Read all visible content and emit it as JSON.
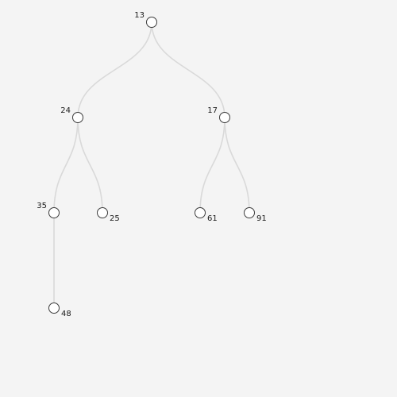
{
  "tree": {
    "nodes": [
      {
        "id": "n13",
        "label": "13",
        "label_side": "left"
      },
      {
        "id": "n24",
        "label": "24",
        "label_side": "left"
      },
      {
        "id": "n17",
        "label": "17",
        "label_side": "left"
      },
      {
        "id": "n35",
        "label": "35",
        "label_side": "left"
      },
      {
        "id": "n25",
        "label": "25",
        "label_side": "right"
      },
      {
        "id": "n61",
        "label": "61",
        "label_side": "right"
      },
      {
        "id": "n91",
        "label": "91",
        "label_side": "right"
      },
      {
        "id": "n48",
        "label": "48",
        "label_side": "right"
      }
    ],
    "edges": [
      {
        "from": "n13",
        "to": "n24"
      },
      {
        "from": "n13",
        "to": "n17"
      },
      {
        "from": "n24",
        "to": "n35"
      },
      {
        "from": "n24",
        "to": "n25"
      },
      {
        "from": "n17",
        "to": "n61"
      },
      {
        "from": "n17",
        "to": "n91"
      },
      {
        "from": "n35",
        "to": "n48"
      }
    ],
    "colors": {
      "background": "#f4f4f4",
      "edge": "#d9d9d9",
      "node_fill": "#ffffff",
      "node_stroke": "#3c3c3c",
      "label": "#1a1a1a"
    }
  }
}
